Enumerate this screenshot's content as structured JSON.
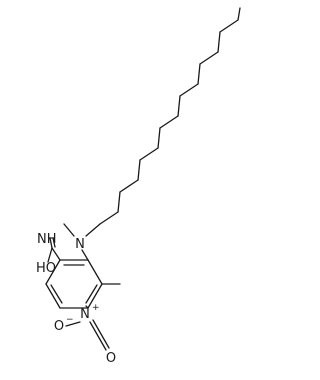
{
  "molecule": {
    "atom_labels": {
      "imine": "NH",
      "hydroxyl": "HO",
      "amine_n": "N",
      "nitro_n": "N",
      "nitro_o_left": "O",
      "nitro_o_right": "O",
      "nitro_n_charge": "+",
      "nitro_o_charge": "−"
    },
    "colors": {
      "bond": "#1a1a1a",
      "text": "#1a1a1a",
      "background": "#ffffff"
    }
  }
}
